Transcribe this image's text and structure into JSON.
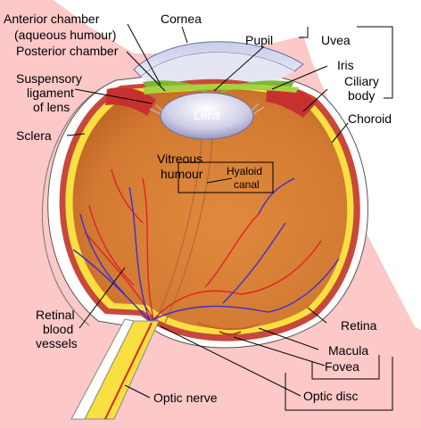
{
  "labels": {
    "anterior_chamber": "Anterior chamber",
    "aqueous_humour": "(aqueous humour)",
    "posterior_chamber": "Posterior chamber",
    "suspensory_1": "Suspensory",
    "suspensory_2": "ligament",
    "suspensory_3": "of lens",
    "sclera": "Sclera",
    "cornea": "Cornea",
    "pupil": "Pupil",
    "uvea": "Uvea",
    "iris": "Iris",
    "ciliary_1": "Ciliary",
    "ciliary_2": "body",
    "choroid": "Choroid",
    "lens": "Lens",
    "vitreous_1": "Vitreous",
    "vitreous_2": "humour",
    "hyaloid_1": "Hyaloid",
    "hyaloid_2": "canal",
    "retinal_1": "Retinal",
    "retinal_2": "blood",
    "retinal_3": "vessels",
    "retina": "Retina",
    "macula": "Macula",
    "fovea": "Fovea",
    "optic_disc": "Optic disc",
    "optic_nerve": "Optic nerve"
  },
  "colors": {
    "background_pink": "#fcc8c8",
    "vitreous_orange": "#d9823a",
    "retina_yellow": "#f8e040",
    "choroid_red": "#c8483c",
    "sclera_white": "#ffffff",
    "cornea_blue": "#d8dcf0",
    "iris_green": "#9ccc3c",
    "artery_red": "#e0222a",
    "vein_blue": "#3b2fd0"
  }
}
